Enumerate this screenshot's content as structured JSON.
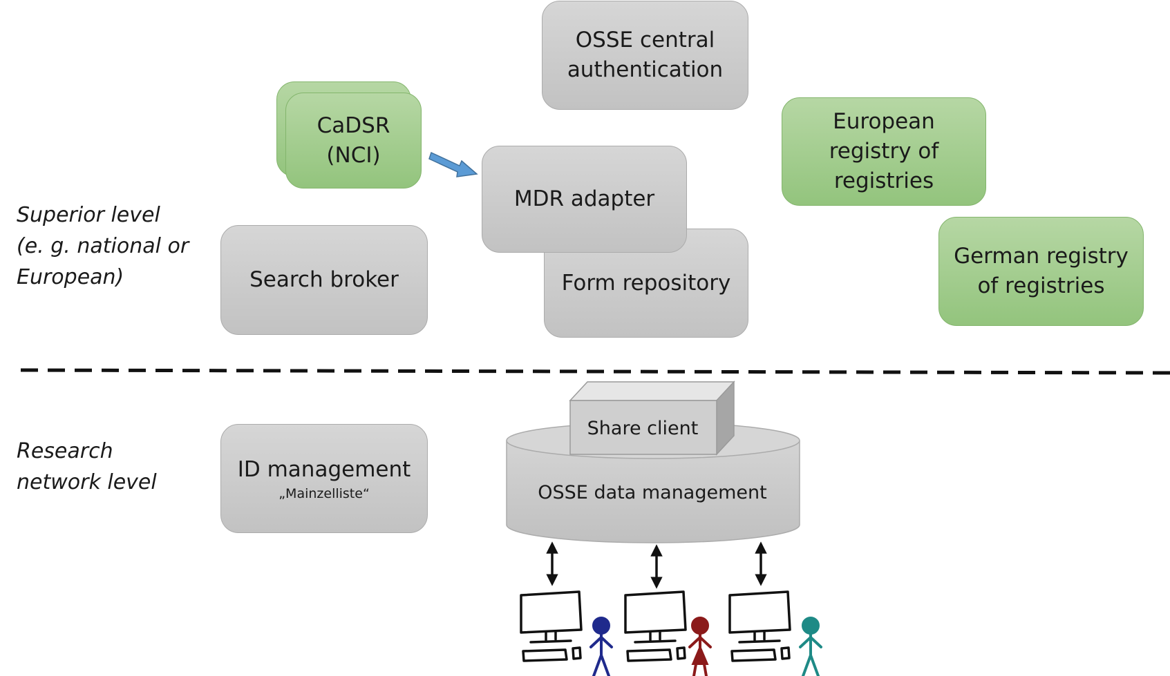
{
  "levels": {
    "superior": "Superior level\n(e. g. national or\nEuropean)",
    "research": "Research\nnetwork level"
  },
  "boxes": {
    "osse_central_auth": "OSSE central\nauthentication",
    "cadsr": "CaDSR\n(NCI)",
    "mdr_adapter": "MDR adapter",
    "form_repository": "Form repository",
    "search_broker": "Search broker",
    "european_registry": "European\nregistry of\nregistries",
    "german_registry": "German registry\nof registries",
    "id_management": "ID management",
    "id_management_sub": "„Mainzelliste“"
  },
  "components": {
    "share_client": "Share client",
    "osse_data_management": "OSSE data management"
  },
  "users": {
    "colors": [
      "#1f2a8c",
      "#8b1a1a",
      "#1e8a86"
    ]
  },
  "colors": {
    "gray_box": "#c8c8c8",
    "green_box": "#a9d18e",
    "arrow_blue": "#5b9bd5",
    "separator": "#111111"
  }
}
